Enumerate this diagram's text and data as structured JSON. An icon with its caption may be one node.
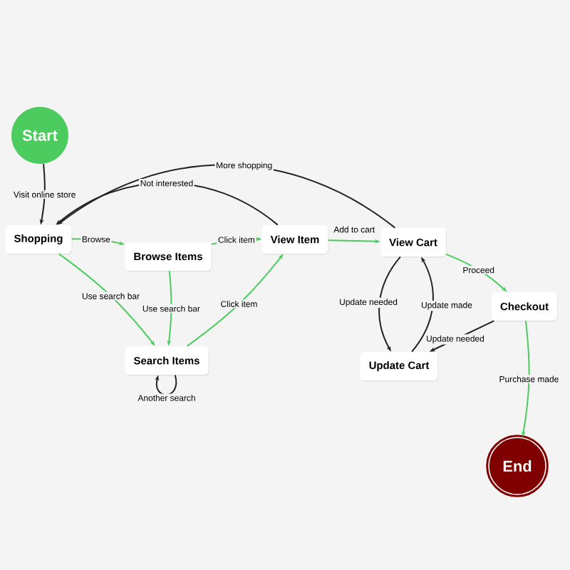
{
  "diagram": {
    "nodes": [
      {
        "text": [
          "Start"
        ]
      },
      {
        "text": [
          "Shopping"
        ]
      },
      {
        "text": [
          "Browse Items"
        ]
      },
      {
        "text": [
          "View Item"
        ]
      },
      {
        "text": [
          "Search Items"
        ]
      },
      {
        "text": [
          "View Cart"
        ]
      },
      {
        "text": [
          "Checkout"
        ]
      },
      {
        "text": [
          "Update Cart"
        ]
      },
      {
        "text": [
          "End"
        ]
      }
    ],
    "edges": [
      {
        "from": 0,
        "to": 1,
        "arrow": "to",
        "label": "Visit online store",
        "color": "#222222"
      },
      {
        "from": 1,
        "to": 2,
        "arrow": "to",
        "label": "Browse"
      },
      {
        "from": 2,
        "to": 3,
        "arrow": "to",
        "label": "Click item"
      },
      {
        "from": 1,
        "to": 4,
        "arrow": "to",
        "label": "Use search bar"
      },
      {
        "from": 2,
        "to": 4,
        "arrow": "to",
        "label": "Use search bar"
      },
      {
        "from": 4,
        "to": 3,
        "arrow": "to",
        "label": "Click item"
      },
      {
        "from": 4,
        "to": 4,
        "arrow": "to",
        "label": "Another search",
        "color": "#222222"
      },
      {
        "from": 3,
        "to": 1,
        "arrow": "to",
        "label": "Not interested",
        "color": "#222222"
      },
      {
        "from": 5,
        "to": 1,
        "arrow": "to",
        "label": "More shopping",
        "color": "#222222"
      },
      {
        "from": 3,
        "to": 5,
        "arrow": "to",
        "label": "Add to cart"
      },
      {
        "from": 5,
        "to": 6,
        "arrow": "to",
        "label": "Proceed"
      },
      {
        "from": 5,
        "to": 7,
        "arrow": "to",
        "label": "Update needed",
        "color": "#222222"
      },
      {
        "from": 7,
        "to": 5,
        "arrow": "to",
        "label": "Update made",
        "color": "#222222"
      },
      {
        "from": 6,
        "to": 7,
        "arrow": "to",
        "label": "Update needed",
        "color": "#222222"
      },
      {
        "from": 6,
        "to": 8,
        "arrow": "to",
        "label": "Purchase made"
      }
    ]
  }
}
